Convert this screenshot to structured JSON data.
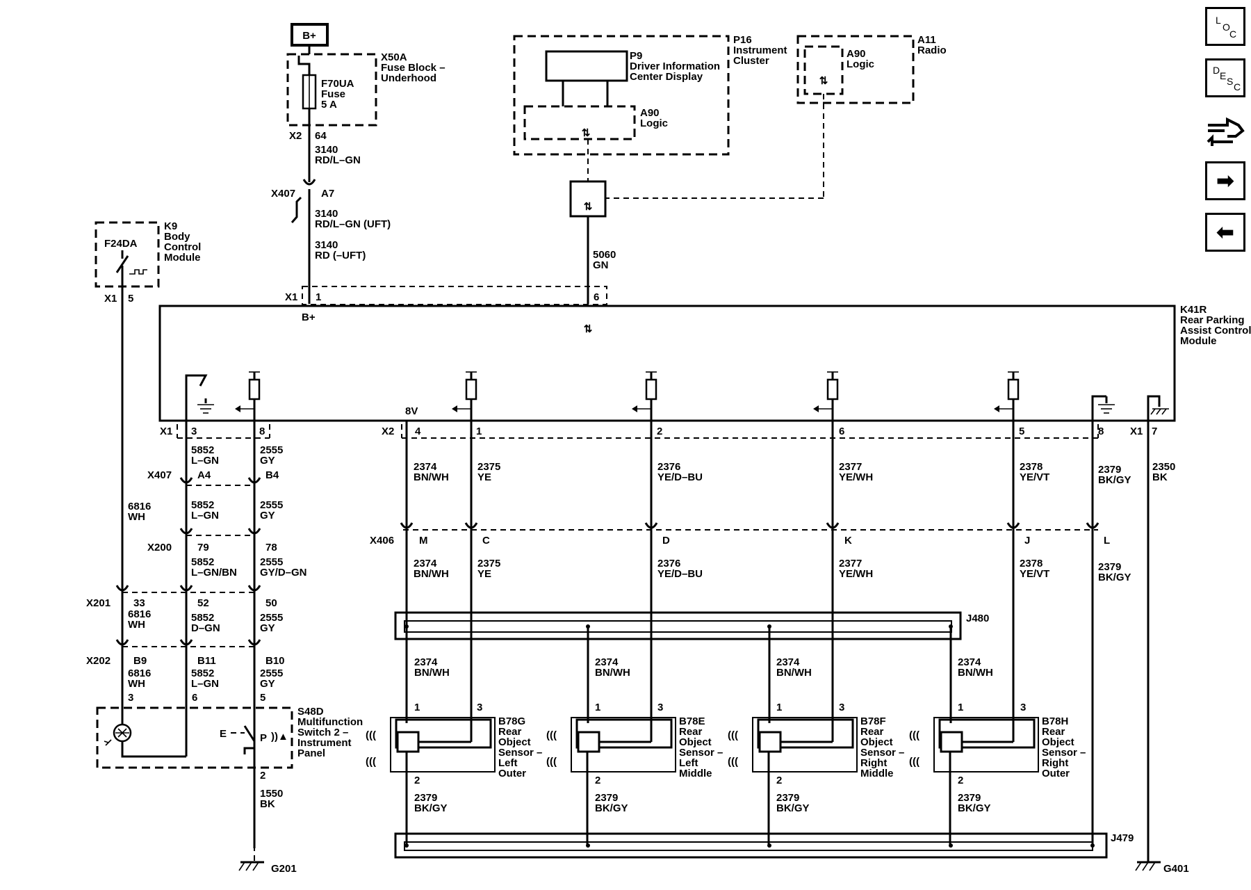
{
  "nav": {
    "loc_letters": [
      "L",
      "O",
      "C"
    ],
    "desc_letters": [
      "D",
      "E",
      "S",
      "C"
    ],
    "tools_icon": "connector-tools-icon",
    "next_icon": "arrow-right-icon",
    "prev_icon": "arrow-left-icon"
  },
  "power": {
    "bplus_label": "B+",
    "fuse_block": "X50A",
    "fuse_block_name_1": "Fuse Block –",
    "fuse_block_name_2": "Underhood",
    "fuse_name": "F70UA",
    "fuse_word": "Fuse",
    "fuse_rating": "5 A",
    "conn_x2": "X2",
    "pin_64": "64",
    "wire_3140_a": "3140",
    "color_rd_lgn": "RD/L–GN",
    "conn_x407_top": "X407",
    "pin_a7": "A7",
    "wire_3140_b": "3140",
    "color_rd_lgn_uft": "RD/L–GN (UFT)",
    "wire_3140_c": "3140",
    "color_rd_nouft": "RD (–UFT)"
  },
  "modules": {
    "p16_id": "P16",
    "p16_name_1": "Instrument",
    "p16_name_2": "Cluster",
    "p9_id": "P9",
    "p9_name_1": "Driver Information",
    "p9_name_2": "Center Display",
    "a90_left_id": "A90",
    "a90_left_name": "Logic",
    "a11_id": "A11",
    "a11_name": "Radio",
    "a90_right_id": "A90",
    "a90_right_name": "Logic",
    "wire_5060": "5060",
    "color_gn": "GN",
    "k9_id": "K9",
    "k9_name_1": "Body",
    "k9_name_2": "Control",
    "k9_name_3": "Module",
    "f24da": "F24DA",
    "k9_conn": "X1",
    "k9_pin": "5",
    "k41r_id": "K41R",
    "k41r_name_1": "Rear Parking",
    "k41r_name_2": "Assist Control",
    "k41r_name_3": "Module",
    "x1_top": "X1",
    "pin_1_top": "1",
    "pin_6_top": "6",
    "bplus_pin": "B+",
    "v8": "8V"
  },
  "k41r_pins": {
    "x1_left": "X1",
    "p3": "3",
    "p8a": "8",
    "x2": "X2",
    "p4": "4",
    "p1": "1",
    "p2": "2",
    "p6": "6",
    "p5": "5",
    "p8b": "8",
    "x1_right": "X1",
    "p7": "7"
  },
  "left_wires": {
    "w5852_a": "5852",
    "c5852_a": "L–GN",
    "w2555_a": "2555",
    "c2555_a": "GY",
    "x407": "X407",
    "pin_a4": "A4",
    "pin_b4": "B4",
    "w6816_a": "6816",
    "c6816_a": "WH",
    "w5852_b": "5852",
    "c5852_b": "L–GN",
    "w2555_b": "2555",
    "c2555_b": "GY",
    "x200": "X200",
    "pin_79": "79",
    "pin_78": "78",
    "w5852_c": "5852",
    "c5852_c": "L–GN/BN",
    "w2555_c": "2555",
    "c2555_c": "GY/D–GN",
    "x201": "X201",
    "pin_33": "33",
    "pin_52": "52",
    "pin_50": "50",
    "w6816_b": "6816",
    "c6816_b": "WH",
    "w5852_d": "5852",
    "c5852_d": "D–GN",
    "w2555_d": "2555",
    "c2555_d": "GY",
    "x202": "X202",
    "pin_b9": "B9",
    "pin_b11": "B11",
    "pin_b10": "B10",
    "w6816_c": "6816",
    "c6816_c": "WH",
    "w5852_e": "5852",
    "c5852_e": "L–GN",
    "w2555_e": "2555",
    "c2555_e": "GY",
    "sp3": "3",
    "sp6": "6",
    "sp5": "5",
    "s48d_id": "S48D",
    "s48d_name_1": "Multifunction",
    "s48d_name_2": "Switch 2 –",
    "s48d_name_3": "Instrument",
    "s48d_name_4": "Panel",
    "sp2": "2",
    "w1550": "1550",
    "c1550": "BK",
    "g201": "G201"
  },
  "sensor_wires": {
    "w2374_a": "2374",
    "c2374_a": "BN/WH",
    "w2375_a": "2375",
    "c2375_a": "YE",
    "w2376_a": "2376",
    "c2376_a": "YE/D–BU",
    "w2377_a": "2377",
    "c2377_a": "YE/WH",
    "w2378_a": "2378",
    "c2378_a": "YE/VT",
    "w2379_a": "2379",
    "c2379_a": "BK/GY",
    "w2350": "2350",
    "c2350": "BK",
    "x406": "X406",
    "pin_m": "M",
    "pin_c": "C",
    "pin_d": "D",
    "pin_k": "K",
    "pin_j": "J",
    "pin_l": "L",
    "w2374_b": "2374",
    "c2374_b": "BN/WH",
    "w2375_b": "2375",
    "c2375_b": "YE",
    "w2376_b": "2376",
    "c2376_b": "YE/D–BU",
    "w2377_b": "2377",
    "c2377_b": "YE/WH",
    "w2378_b": "2378",
    "c2378_b": "YE/VT",
    "w2379_b": "2379",
    "c2379_b": "BK/GY",
    "j480": "J480",
    "j479": "J479",
    "g401": "G401"
  },
  "sensors": [
    {
      "wire": "2374",
      "color": "BN/WH",
      "p1": "1",
      "p3": "3",
      "p2": "2",
      "gwire": "2379",
      "gcolor": "BK/GY",
      "id": "B78G",
      "n1": "Rear",
      "n2": "Object",
      "n3": "Sensor –",
      "n4": "Left",
      "n5": "Outer"
    },
    {
      "wire": "2374",
      "color": "BN/WH",
      "p1": "1",
      "p3": "3",
      "p2": "2",
      "gwire": "2379",
      "gcolor": "BK/GY",
      "id": "B78E",
      "n1": "Rear",
      "n2": "Object",
      "n3": "Sensor –",
      "n4": "Left",
      "n5": "Middle"
    },
    {
      "wire": "2374",
      "color": "BN/WH",
      "p1": "1",
      "p3": "3",
      "p2": "2",
      "gwire": "2379",
      "gcolor": "BK/GY",
      "id": "B78F",
      "n1": "Rear",
      "n2": "Object",
      "n3": "Sensor –",
      "n4": "Right",
      "n5": "Middle"
    },
    {
      "wire": "2374",
      "color": "BN/WH",
      "p1": "1",
      "p3": "3",
      "p2": "2",
      "gwire": "2379",
      "gcolor": "BK/GY",
      "id": "B78H",
      "n1": "Rear",
      "n2": "Object",
      "n3": "Sensor –",
      "n4": "Right",
      "n5": "Outer"
    }
  ]
}
